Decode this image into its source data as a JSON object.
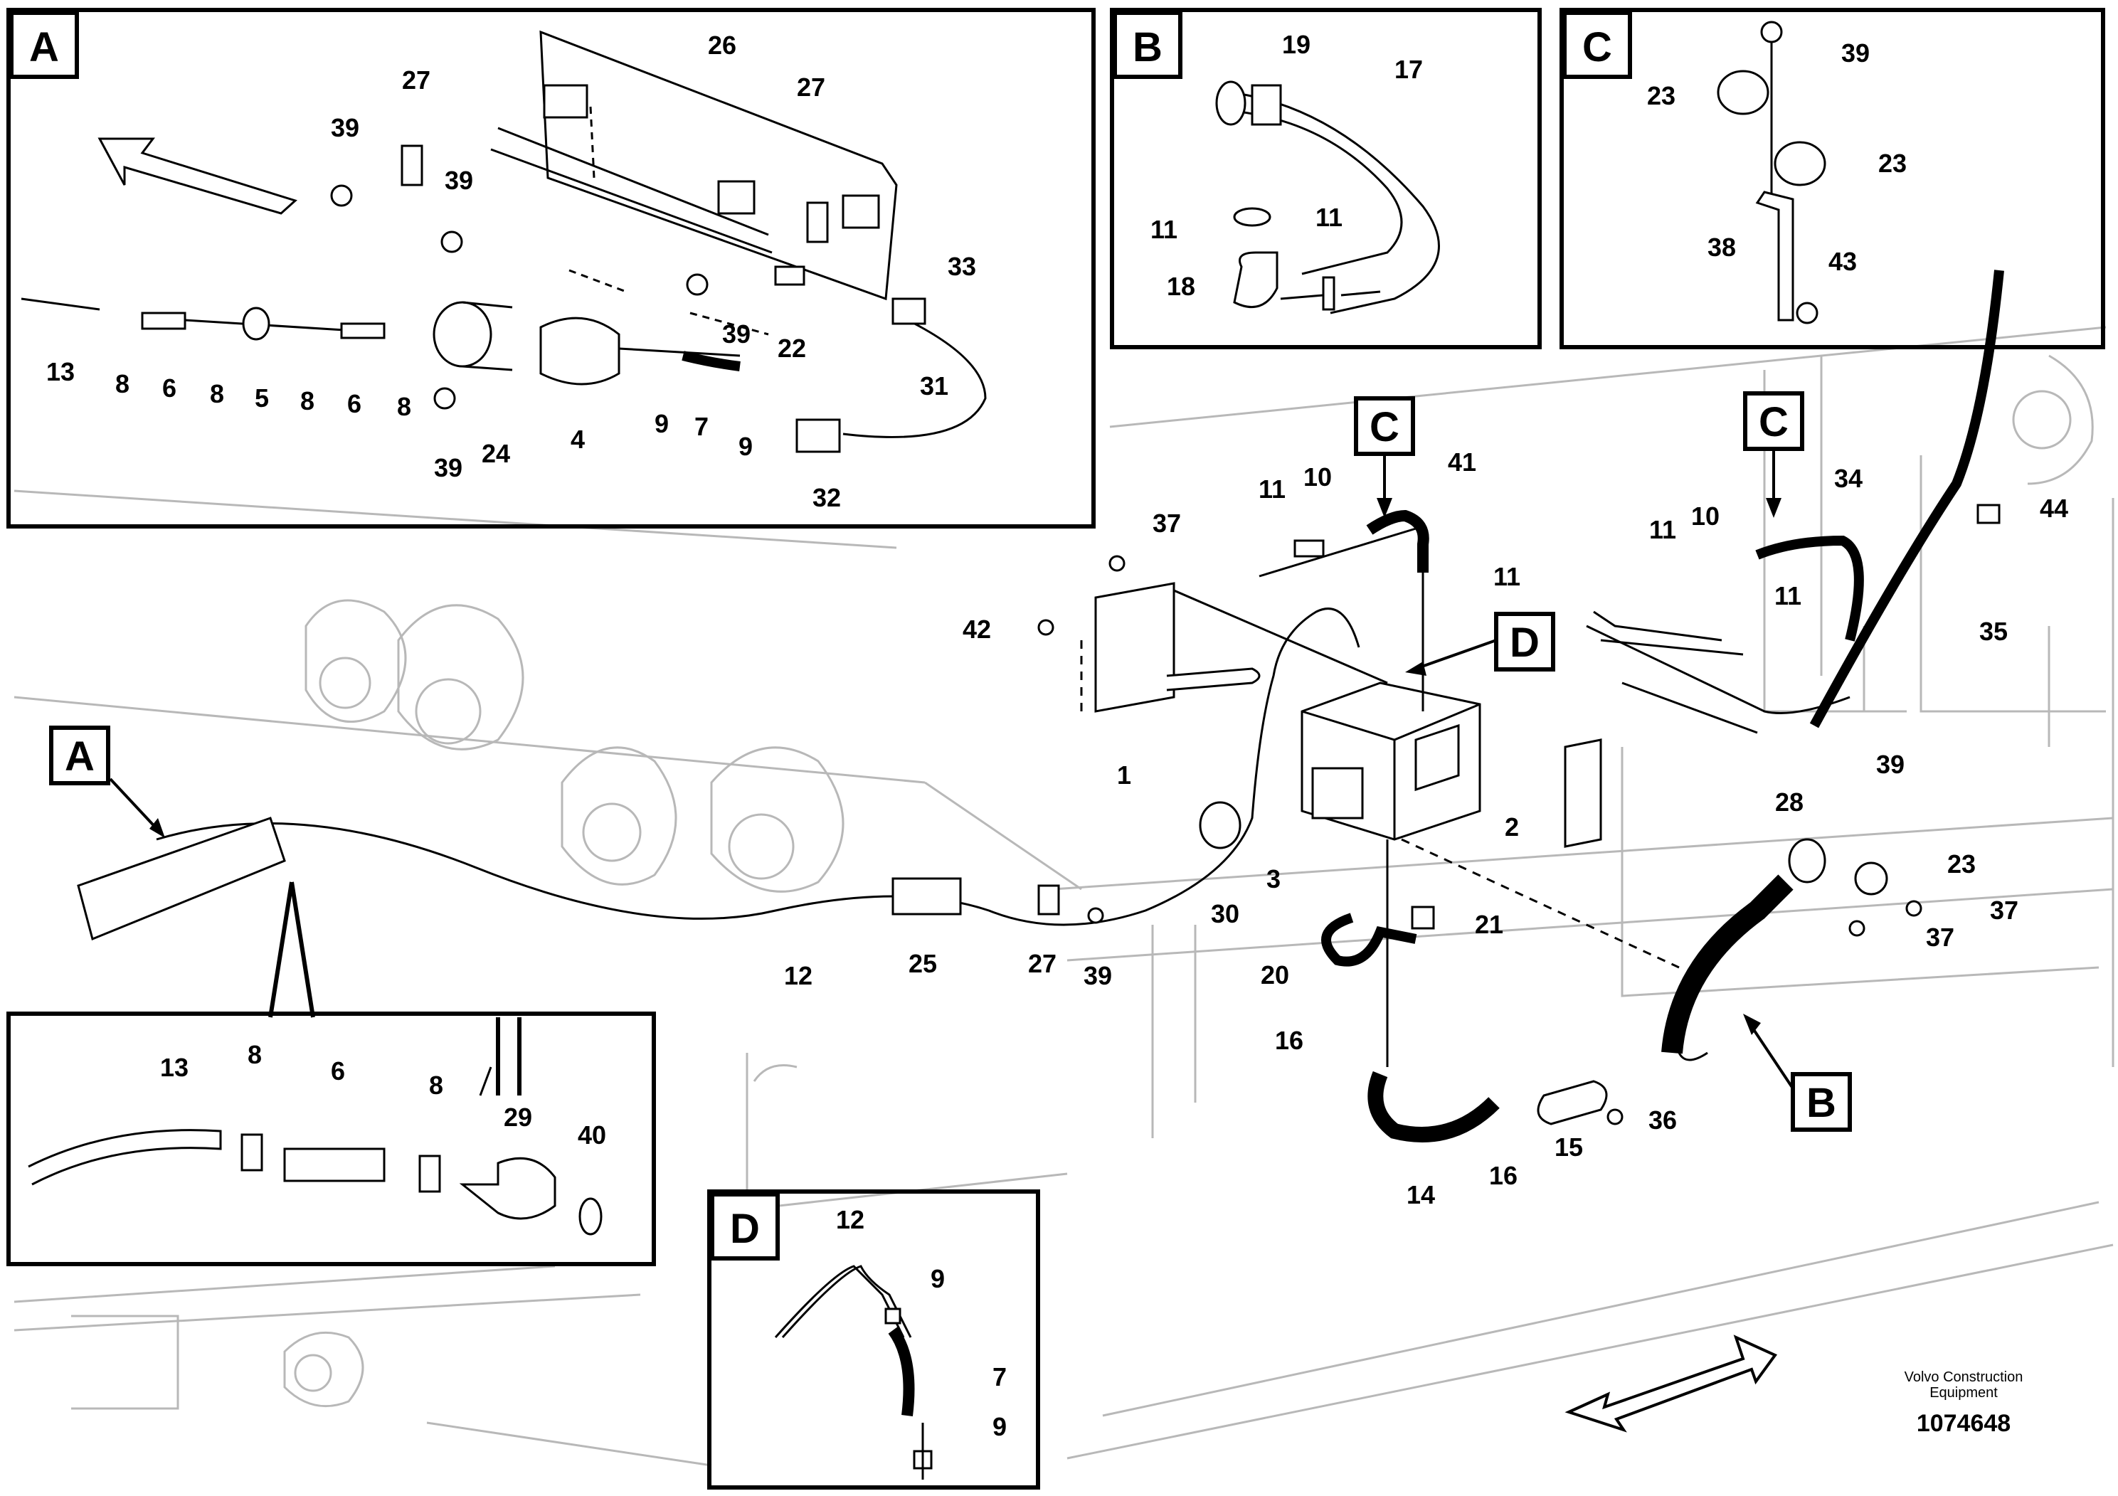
{
  "diagram": {
    "inset_badges": {
      "A": "A",
      "B": "B",
      "C": "C",
      "D": "D"
    },
    "callout_badges": {
      "A_main": "A",
      "B_main": "B",
      "C_left": "C",
      "C_right": "C",
      "D_main": "D"
    },
    "part_numbers": {
      "n1": "1",
      "n2": "2",
      "n3": "3",
      "n4": "4",
      "n5": "5",
      "n6": "6",
      "n7": "7",
      "n8": "8",
      "n9": "9",
      "n10": "10",
      "n11": "11",
      "n12": "12",
      "n13": "13",
      "n14": "14",
      "n15": "15",
      "n16": "16",
      "n17": "17",
      "n18": "18",
      "n19": "19",
      "n20": "20",
      "n21": "21",
      "n22": "22",
      "n23": "23",
      "n24": "24",
      "n25": "25",
      "n26": "26",
      "n27": "27",
      "n28": "28",
      "n29": "29",
      "n30": "30",
      "n31": "31",
      "n32": "32",
      "n33": "33",
      "n34": "34",
      "n35": "35",
      "n36": "36",
      "n37": "37",
      "n38": "38",
      "n39": "39",
      "n40": "40",
      "n41": "41",
      "n42": "42",
      "n43": "43",
      "n44": "44"
    },
    "footer": {
      "brand_line1": "Volvo Construction",
      "brand_line2": "Equipment",
      "drawing_number": "1074648"
    }
  }
}
